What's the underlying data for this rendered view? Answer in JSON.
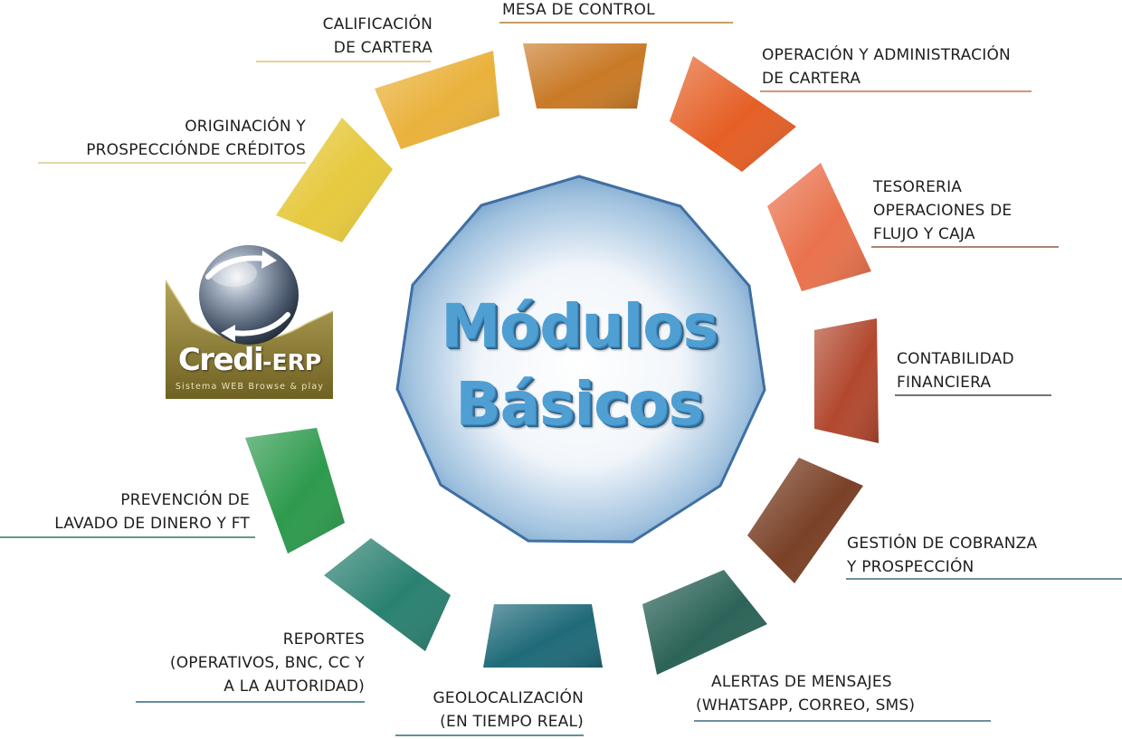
{
  "center": {
    "line1": "Módulos",
    "line2": "Básicos"
  },
  "logo": {
    "name": "Credi",
    "suffix": "-ERP",
    "tagline": "Sistema WEB Browse & play",
    "icon": "globe-arrows-icon"
  },
  "modules": [
    {
      "lines": [
        "MESA DE CONTROL"
      ],
      "color": "#c97a26"
    },
    {
      "lines": [
        "OPERACIÓN Y ADMINISTRACIÓN",
        "DE CARTERA"
      ],
      "color": "#e55f25"
    },
    {
      "lines": [
        "TESORERIA",
        "OPERACIONES DE",
        "FLUJO Y CAJA"
      ],
      "color": "#e9724c"
    },
    {
      "lines": [
        "CONTABILIDAD",
        "FINANCIERA"
      ],
      "color": "#b2482e"
    },
    {
      "lines": [
        "GESTIÓN DE COBRANZA",
        "Y PROSPECCIÓN"
      ],
      "color": "#7a4127"
    },
    {
      "lines": [
        "ALERTAS DE MENSAJES",
        "(WHATSAPP, CORREO, SMS)"
      ],
      "color": "#2c6358"
    },
    {
      "lines": [
        "GEOLOCALIZACIÓN",
        "(EN TIEMPO REAL)"
      ],
      "color": "#1f6a79"
    },
    {
      "lines": [
        "REPORTES",
        "(OPERATIVOS, BNC, CC Y",
        "A LA AUTORIDAD)"
      ],
      "color": "#2a8170"
    },
    {
      "lines": [
        "PREVENCIÓN DE",
        "LAVADO DE DINERO Y FT"
      ],
      "color": "#2d9a4d"
    },
    {
      "lines": [
        "ORIGINACIÓN Y",
        "PROSPECCIÓNDE CRÉDITOS"
      ],
      "color": "#e6c93e"
    },
    {
      "lines": [
        "CALIFICACIÓN",
        "DE CARTERA"
      ],
      "color": "#eab23c"
    }
  ]
}
